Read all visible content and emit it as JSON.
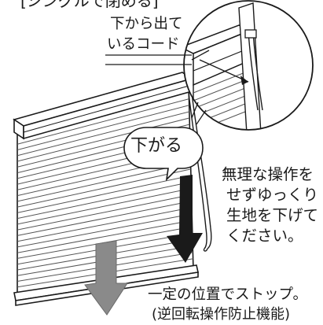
{
  "header_label": "[シングルで閉める]",
  "callout": {
    "line1": "下から出て",
    "line2": "いるコード"
  },
  "action_bubble": "下がる",
  "instruction": {
    "line1": "無理な操作を",
    "line2": "せずゆっくり",
    "line3": "生地を下げて",
    "line4": "ください。"
  },
  "note": {
    "line1": "一定の位置でストップ。",
    "line2": "(逆回転操作防止機能)"
  },
  "colors": {
    "line": "#1a1a1a",
    "pleat": "#555555",
    "arrow_dark": "#1a1a1a",
    "arrow_gray": "#8a8a8a",
    "background": "#ffffff"
  }
}
